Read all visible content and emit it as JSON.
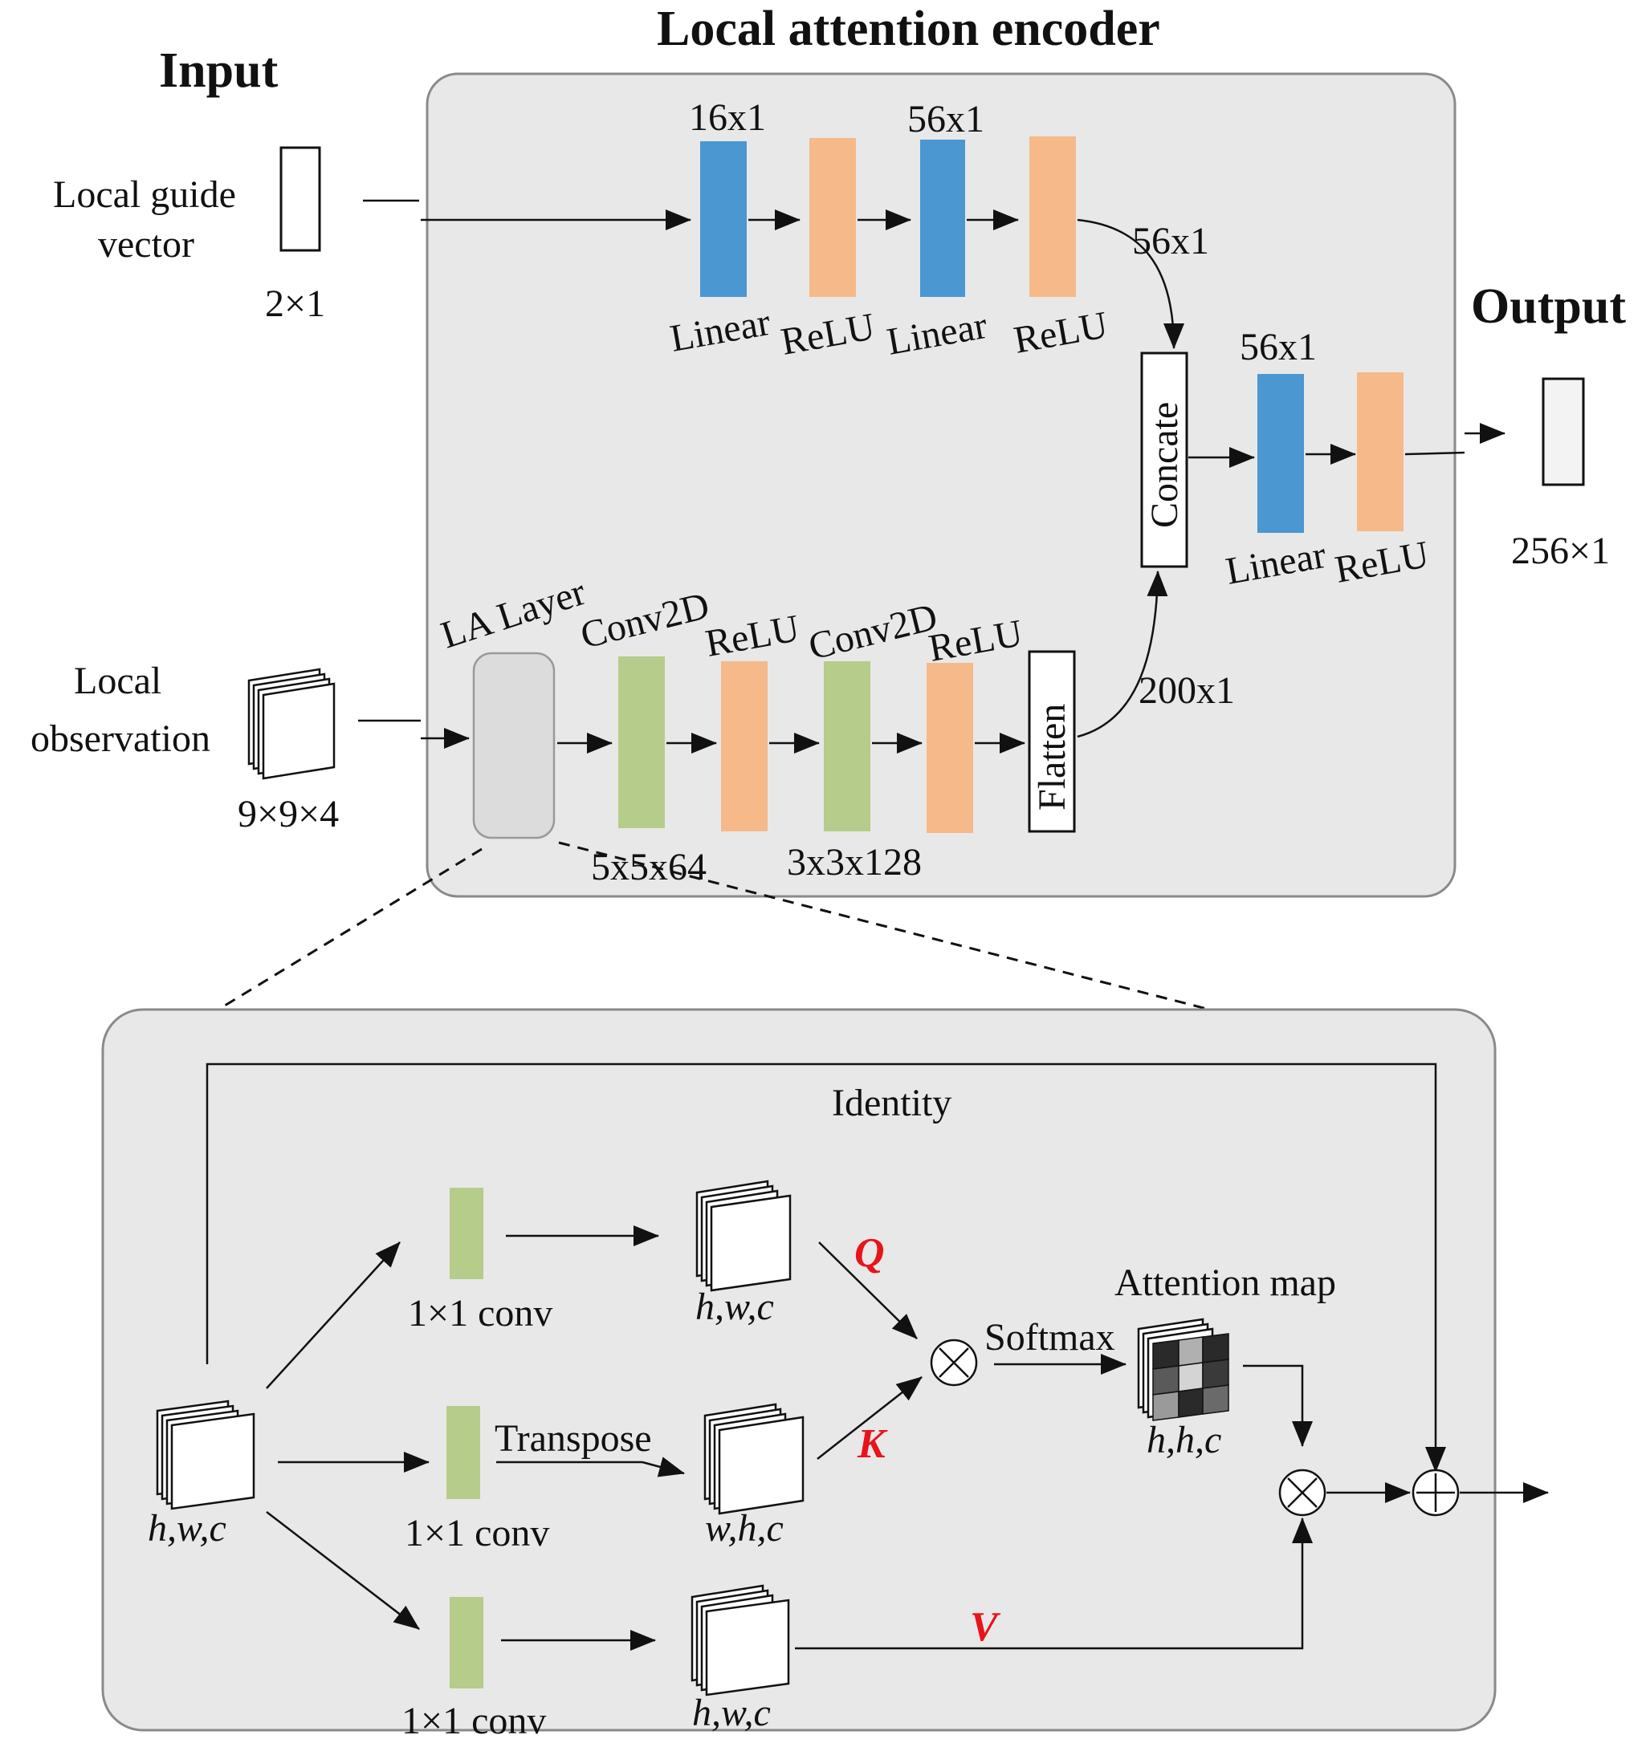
{
  "headings": {
    "input": "Input",
    "encoder": "Local attention encoder",
    "output": "Output"
  },
  "inputs": {
    "guide_label_1": "Local guide",
    "guide_label_2": "vector",
    "guide_dim": "2×1",
    "obs_label_1": "Local",
    "obs_label_2": "observation",
    "obs_dim": "9×9×4"
  },
  "top_branch": {
    "dim_1": "16x1",
    "dim_2": "56x1",
    "linear_1": "Linear",
    "relu_1": "ReLU",
    "linear_2": "Linear",
    "relu_2": "ReLU",
    "out_dim": "56x1"
  },
  "bottom_branch": {
    "la_layer": "LA Layer",
    "conv_1": "Conv2D",
    "relu_1": "ReLU",
    "conv_2": "Conv2D",
    "relu_2": "ReLU",
    "flatten": "Flatten",
    "conv_1_dim": "5x5x64",
    "conv_2_dim": "3x3x128",
    "out_dim": "200x1"
  },
  "merge": {
    "concate": "Concate",
    "dim": "56x1",
    "linear": "Linear",
    "relu": "ReLU",
    "output_dim": "256×1"
  },
  "la_detail": {
    "identity": "Identity",
    "input_dim": "h,w,c",
    "conv_q": "1×1 conv",
    "conv_k": "1×1 conv",
    "conv_v": "1×1 conv",
    "q_dim": "h,w,c",
    "k_dim": "w,h,c",
    "v_dim": "h,w,c",
    "transpose": "Transpose",
    "q": "Q",
    "k": "K",
    "v": "V",
    "softmax": "Softmax",
    "attention_map": "Attention map",
    "attn_dim": "h,h,c"
  },
  "colors": {
    "linear": "#4a97d1",
    "relu": "#f5b98a",
    "conv": "#b6cc8a",
    "panel": "#e8e8e8",
    "la_layer": "#dcdcdc",
    "accent_red": "#e8141b"
  }
}
